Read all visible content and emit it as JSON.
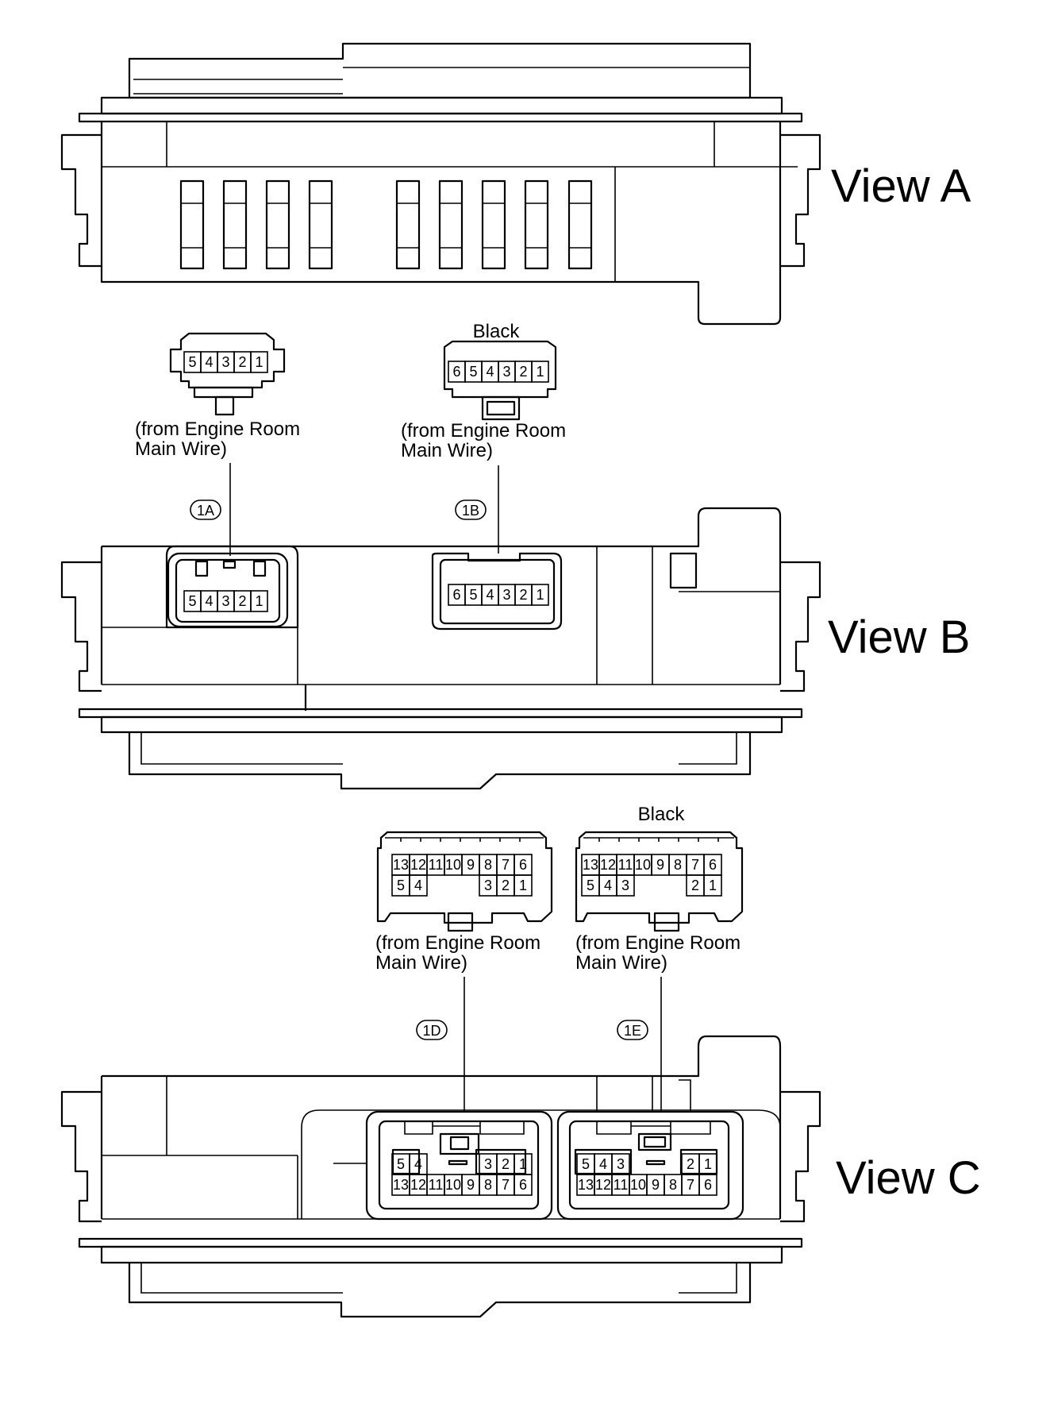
{
  "views": [
    {
      "id": "A",
      "label": "View A"
    },
    {
      "id": "B",
      "label": "View B"
    },
    {
      "id": "C",
      "label": "View C"
    }
  ],
  "connectors": [
    {
      "id": "1A",
      "tag": "1A",
      "color_label": "",
      "source_line1": "(from Engine Room",
      "source_line2": "Main Wire)",
      "front_pins": [
        [
          "5",
          "4",
          "3",
          "2",
          "1"
        ]
      ],
      "mounted_pins": [
        [
          "5",
          "4",
          "3",
          "2",
          "1"
        ]
      ]
    },
    {
      "id": "1B",
      "tag": "1B",
      "color_label": "Black",
      "source_line1": "(from Engine Room",
      "source_line2": "Main Wire)",
      "front_pins": [
        [
          "6",
          "5",
          "4",
          "3",
          "2",
          "1"
        ]
      ],
      "mounted_pins": [
        [
          "6",
          "5",
          "4",
          "3",
          "2",
          "1"
        ]
      ]
    },
    {
      "id": "1D",
      "tag": "1D",
      "color_label": "",
      "source_line1": "(from Engine Room",
      "source_line2": "Main Wire)",
      "front_pins": [
        [
          "13",
          "12",
          "11",
          "10",
          "9",
          "8",
          "7",
          "6"
        ],
        [
          "5",
          "4",
          "",
          "",
          "",
          "3",
          "2",
          "1"
        ]
      ],
      "mounted_pins": [
        [
          "5",
          "4",
          "",
          "",
          "",
          "3",
          "2",
          "1"
        ],
        [
          "13",
          "12",
          "11",
          "10",
          "9",
          "8",
          "7",
          "6"
        ]
      ]
    },
    {
      "id": "1E",
      "tag": "1E",
      "color_label": "Black",
      "source_line1": "(from Engine Room",
      "source_line2": "Main Wire)",
      "front_pins": [
        [
          "13",
          "12",
          "11",
          "10",
          "9",
          "8",
          "7",
          "6"
        ],
        [
          "5",
          "4",
          "3",
          "",
          "",
          "",
          "2",
          "1"
        ]
      ],
      "mounted_pins": [
        [
          "5",
          "4",
          "3",
          "",
          "",
          "",
          "2",
          "1"
        ],
        [
          "13",
          "12",
          "11",
          "10",
          "9",
          "8",
          "7",
          "6"
        ]
      ]
    }
  ]
}
